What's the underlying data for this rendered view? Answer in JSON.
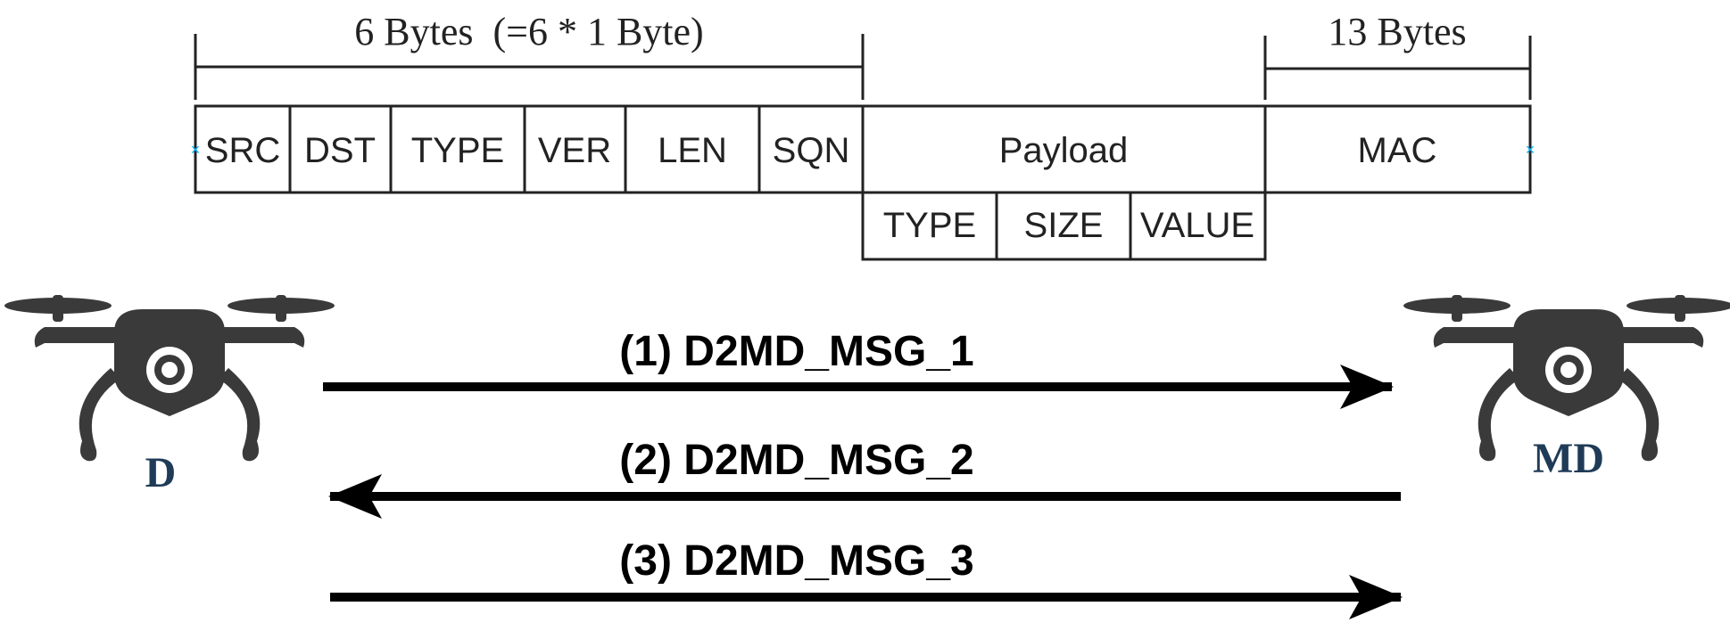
{
  "header_braces": {
    "left_label": "6 Bytes  (=6 * 1 Byte)",
    "right_label": "13 Bytes"
  },
  "packet": {
    "header_fields": [
      "SRC",
      "DST",
      "TYPE",
      "VER",
      "LEN",
      "SQN"
    ],
    "payload_label": "Payload",
    "payload_subfields": [
      "TYPE",
      "SIZE",
      "VALUE"
    ],
    "mac_label": "MAC"
  },
  "entities": {
    "left_label": "D",
    "right_label": "MD"
  },
  "messages": [
    {
      "label": "(1) D2MD_MSG_1",
      "direction": "right"
    },
    {
      "label": "(2) D2MD_MSG_2",
      "direction": "left"
    },
    {
      "label": "(3) D2MD_MSG_3",
      "direction": "right"
    }
  ],
  "colors": {
    "ink": "#222222",
    "drone": "#3a3a3a",
    "entity_label": "#1f3b57",
    "anchor": "#00b4ff"
  }
}
